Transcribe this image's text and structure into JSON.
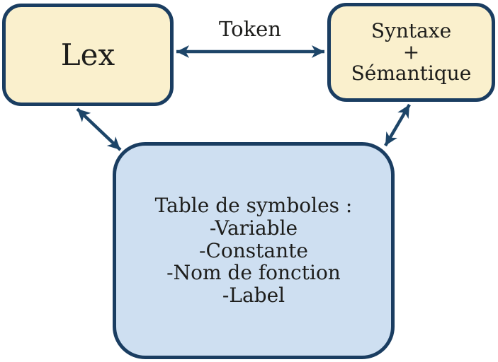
{
  "diagram": {
    "nodes": {
      "lex": {
        "label": "Lex"
      },
      "syntax": {
        "lines": [
          "Syntaxe",
          "+",
          "Sémantique"
        ]
      },
      "table": {
        "lines": [
          "Table de symboles :",
          "-Variable",
          "-Constante",
          "-Nom de fonction",
          "-Label"
        ]
      }
    },
    "edges": {
      "token": {
        "label": "Token"
      },
      "lex_table": {
        "label": ""
      },
      "syntax_table": {
        "label": ""
      }
    },
    "colors": {
      "node_fill_cream": "#faf0cd",
      "node_fill_blue": "#cedff1",
      "node_border": "#1a3d61",
      "arrow": "#1d4568",
      "text": "#1d1d1b",
      "background": "#ffffff"
    }
  }
}
